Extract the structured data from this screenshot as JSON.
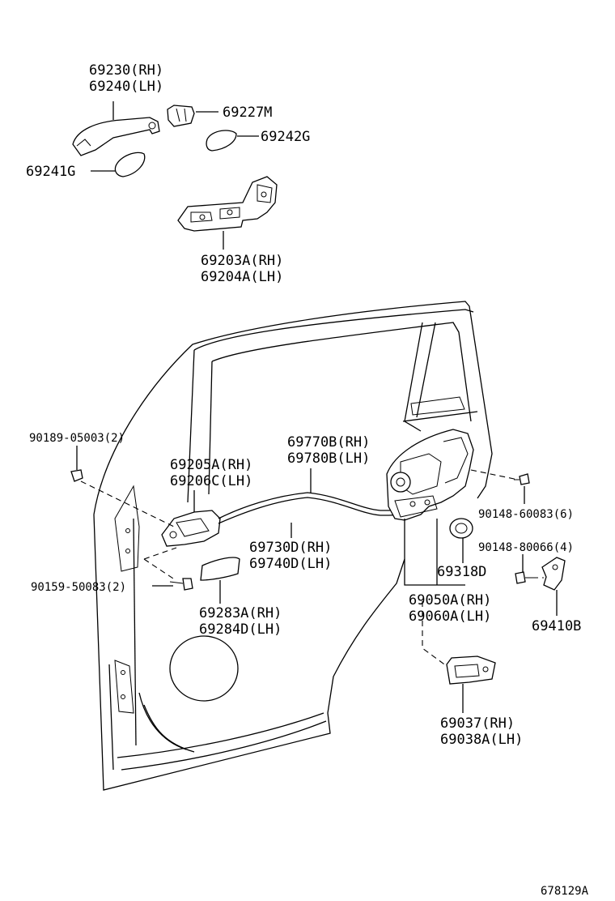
{
  "diagram": {
    "figure_code": "678129A",
    "labels": {
      "outside_handle": [
        "69230(RH)",
        "69240(LH)"
      ],
      "cap": "69227M",
      "cover": "69242G",
      "pad": "69241G",
      "handle_frame": [
        "69203A(RH)",
        "69204A(LH)"
      ],
      "inside_handle": [
        "69205A(RH)",
        "69206C(LH)"
      ],
      "lock_cable": [
        "69770B(RH)",
        "69780B(LH)"
      ],
      "control_cable": [
        "69730D(RH)",
        "69740D(LH)"
      ],
      "screw_upper": "90189-05003(2)",
      "screw_lower": "90159-50083(2)",
      "bezel": [
        "69283A(RH)",
        "69284D(LH)"
      ],
      "lock_screw": "90148-60083(6)",
      "lock_screw2": "90148-80066(4)",
      "grommet": "69318D",
      "door_lock": [
        "69050A(RH)",
        "69060A(LH)"
      ],
      "striker": "69410B",
      "lock_cover": [
        "69037(RH)",
        "69038A(LH)"
      ]
    }
  }
}
